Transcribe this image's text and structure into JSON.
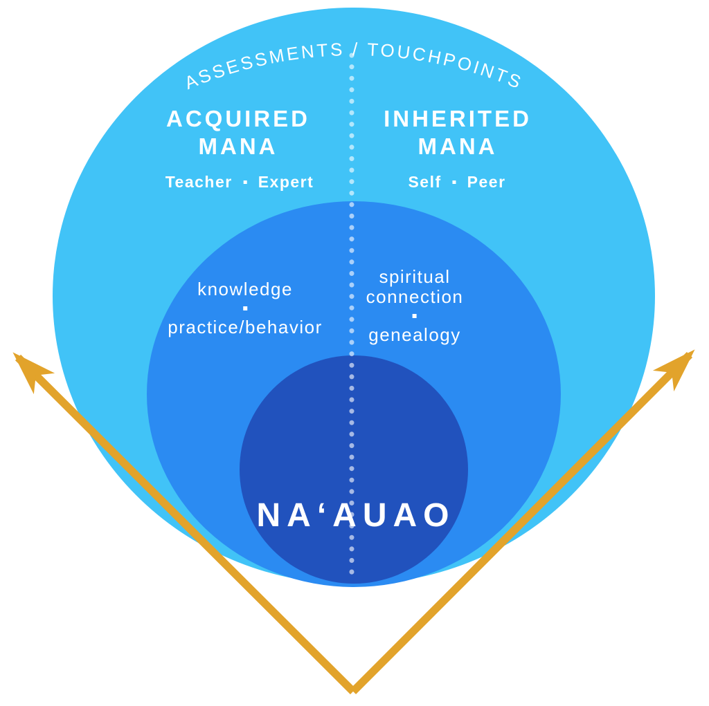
{
  "diagram": {
    "arc_label": "ASSESSMENTS / TOUCHPOINTS",
    "acquired": {
      "heading": "ACQUIRED\nMANA",
      "tag1": "Teacher",
      "tag2": "Expert",
      "item1": "knowledge",
      "item2": "practice/behavior"
    },
    "inherited": {
      "heading": "INHERITED\nMANA",
      "tag1": "Self",
      "tag2": "Peer",
      "item1": "spiritual\nconnection",
      "item2": "genealogy"
    },
    "core_label": "NAʻAUAO",
    "colors": {
      "outer_circle": "#41C3F7",
      "middle_circle": "#2B8BF2",
      "inner_circle": "#2152BD",
      "arrow": "#E2A32B",
      "dots": "rgba(255,255,255,0.6)",
      "text": "#FFFFFF"
    }
  }
}
